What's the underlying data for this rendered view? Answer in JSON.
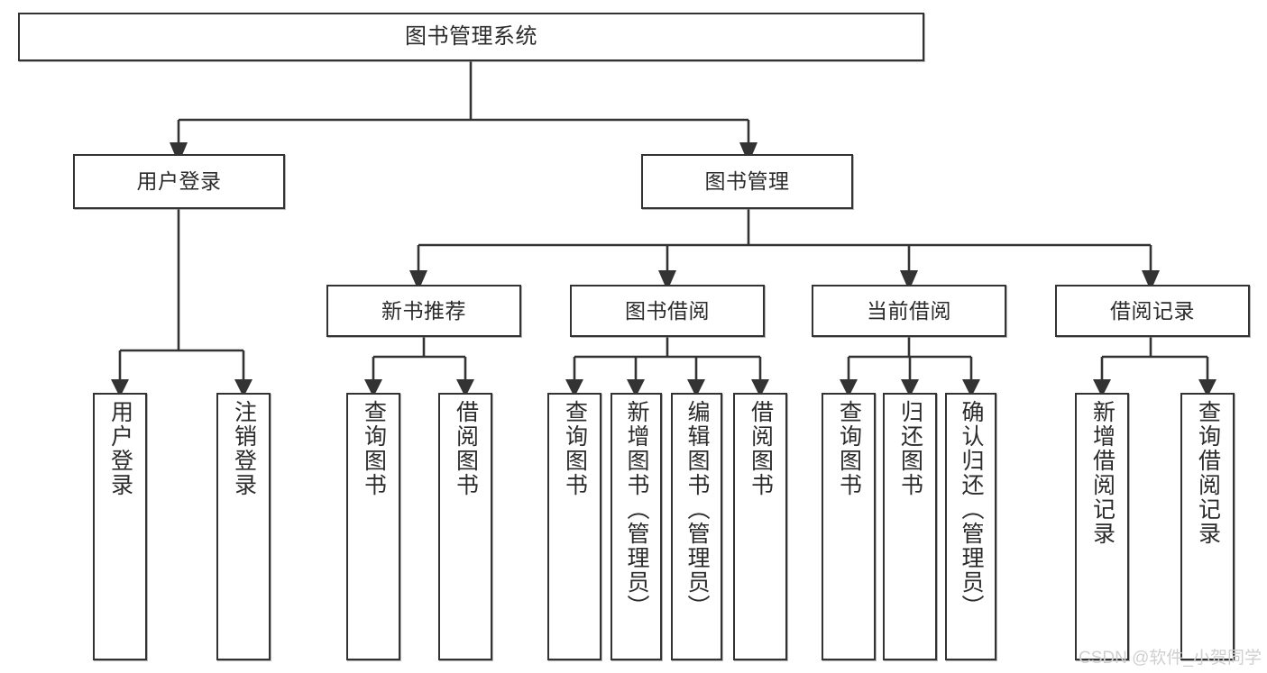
{
  "diagram": {
    "title": "图书管理系统",
    "type": "tree-hierarchy-diagram",
    "watermark": "CSDN @软件_小贺同学",
    "colors": {
      "box_border": "#333333",
      "box_fill": "#ffffff",
      "edge": "#333333",
      "text": "#2b2b2b",
      "watermark": "#cfcfcf",
      "background": "#ffffff"
    },
    "nodes": {
      "root": {
        "label": "图书管理系统"
      },
      "level1": [
        {
          "id": "user-login",
          "label": "用户登录"
        },
        {
          "id": "book-management",
          "label": "图书管理"
        }
      ],
      "level2": [
        {
          "id": "new-book-recommend",
          "label": "新书推荐"
        },
        {
          "id": "book-borrow",
          "label": "图书借阅"
        },
        {
          "id": "current-borrow",
          "label": "当前借阅"
        },
        {
          "id": "borrow-record",
          "label": "借阅记录"
        }
      ],
      "leaves": {
        "user-login": [
          {
            "id": "leaf-user-login",
            "label": "用户登录"
          },
          {
            "id": "leaf-logout",
            "label": "注销登录"
          }
        ],
        "new-book-recommend": [
          {
            "id": "leaf-query-book-1",
            "label": "查询图书"
          },
          {
            "id": "leaf-borrow-book-1",
            "label": "借阅图书"
          }
        ],
        "book-borrow": [
          {
            "id": "leaf-query-book-2",
            "label": "查询图书"
          },
          {
            "id": "leaf-add-book",
            "label": "新增图书（管理员）"
          },
          {
            "id": "leaf-edit-book",
            "label": "编辑图书（管理员）"
          },
          {
            "id": "leaf-borrow-book-2",
            "label": "借阅图书"
          }
        ],
        "current-borrow": [
          {
            "id": "leaf-query-book-3",
            "label": "查询图书"
          },
          {
            "id": "leaf-return-book",
            "label": "归还图书"
          },
          {
            "id": "leaf-confirm-return",
            "label": "确认归还（管理员）"
          }
        ],
        "borrow-record": [
          {
            "id": "leaf-add-record",
            "label": "新增借阅记录"
          },
          {
            "id": "leaf-query-record",
            "label": "查询借阅记录"
          }
        ]
      }
    },
    "edges": [
      {
        "from": "图书管理系统",
        "to": "用户登录"
      },
      {
        "from": "图书管理系统",
        "to": "图书管理"
      },
      {
        "from": "图书管理",
        "to": "新书推荐"
      },
      {
        "from": "图书管理",
        "to": "图书借阅"
      },
      {
        "from": "图书管理",
        "to": "当前借阅"
      },
      {
        "from": "图书管理",
        "to": "借阅记录"
      },
      {
        "from": "用户登录",
        "to": "用户登录"
      },
      {
        "from": "用户登录",
        "to": "注销登录"
      },
      {
        "from": "新书推荐",
        "to": "查询图书"
      },
      {
        "from": "新书推荐",
        "to": "借阅图书"
      },
      {
        "from": "图书借阅",
        "to": "查询图书"
      },
      {
        "from": "图书借阅",
        "to": "新增图书（管理员）"
      },
      {
        "from": "图书借阅",
        "to": "编辑图书（管理员）"
      },
      {
        "from": "图书借阅",
        "to": "借阅图书"
      },
      {
        "from": "当前借阅",
        "to": "查询图书"
      },
      {
        "from": "当前借阅",
        "to": "归还图书"
      },
      {
        "from": "当前借阅",
        "to": "确认归还（管理员）"
      },
      {
        "from": "借阅记录",
        "to": "新增借阅记录"
      },
      {
        "from": "借阅记录",
        "to": "查询借阅记录"
      }
    ]
  }
}
